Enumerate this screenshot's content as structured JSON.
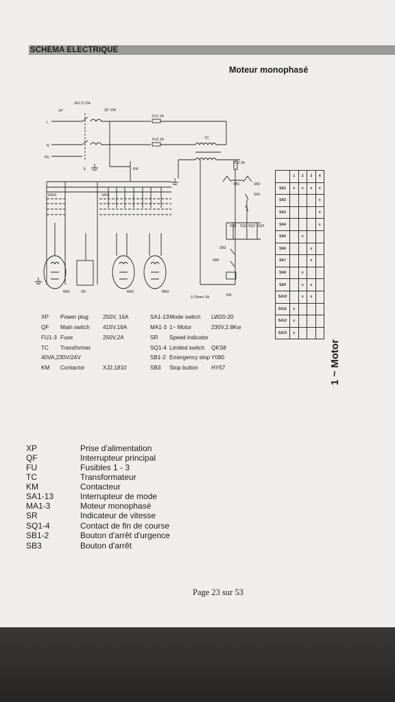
{
  "header": {
    "section_title": "SCHEMA ELECTRIQUE",
    "diagram_title": "Moteur monophasé"
  },
  "schematic_labels": {
    "xp": "XP",
    "cable": "3G1.5  13A",
    "qf": "QF  16A",
    "l": "L",
    "n": "N",
    "pe": "PE",
    "fu1": "FU1 2A",
    "fu2": "FU2 2A",
    "tc": "TC",
    "fu3": "FU3 2A",
    "km": "KM",
    "e": "E",
    "sb1": "SB1",
    "sb2": "SB2",
    "sa1": "SA1",
    "sq1": "SQ1",
    "sq2": "SQ2",
    "sq3": "SQ3",
    "sq4": "SQ4",
    "sb3": "SB3",
    "sb4": "SB4",
    "ma1": "MA1",
    "sr": "SR",
    "ma2": "MA2",
    "ma3": "MA3",
    "wire": "0.75mm² 2A",
    "km2": "KM",
    "sa10": "SA10",
    "sa11": "SA11"
  },
  "components": [
    {
      "code": "XP",
      "name": "Power plug",
      "rating": "250V, 16A"
    },
    {
      "code": "QF",
      "name": "Main switch",
      "rating": "415V,16A"
    },
    {
      "code": "FU1-3",
      "name": "Fuse",
      "rating": "250V,2A"
    },
    {
      "code": "TC",
      "name": "Transformer",
      "rating": ""
    },
    {
      "code": "40VA,230V/24V",
      "name": "",
      "rating": ""
    },
    {
      "code": "KM",
      "name": "Contactor",
      "rating": "XJ2,1810"
    }
  ],
  "components_right": [
    {
      "code": "SA1-13",
      "name": "Mode switch",
      "rating": "LW20-20"
    },
    {
      "code": "MA1-3",
      "name": "1~ Motor",
      "rating": "230V,2.8Kw"
    },
    {
      "code": "SR",
      "name": "Speed indicator",
      "rating": ""
    },
    {
      "code": "SQ1-4",
      "name": "Limited switch",
      "rating": "QKS8"
    },
    {
      "code": "SB1-2",
      "name": "Emergency stop",
      "rating": "Y090"
    },
    {
      "code": "SB3",
      "name": "Stop button",
      "rating": "HY57"
    }
  ],
  "switch_table": {
    "columns": [
      "1",
      "2",
      "3",
      "4"
    ],
    "rows": [
      {
        "label": "SA1",
        "marks": [
          "x",
          "x",
          "x",
          "x"
        ]
      },
      {
        "label": "SA2",
        "marks": [
          "",
          "",
          "",
          "x"
        ]
      },
      {
        "label": "SA3",
        "marks": [
          "",
          "",
          "",
          "x"
        ]
      },
      {
        "label": "SA4",
        "marks": [
          "",
          "",
          "",
          "x"
        ]
      },
      {
        "label": "SA5",
        "marks": [
          "",
          "x",
          "",
          ""
        ]
      },
      {
        "label": "SA6",
        "marks": [
          "",
          "",
          "x",
          ""
        ]
      },
      {
        "label": "SA7",
        "marks": [
          "",
          "",
          "x",
          ""
        ]
      },
      {
        "label": "SA8",
        "marks": [
          "",
          "x",
          "",
          ""
        ]
      },
      {
        "label": "SA9",
        "marks": [
          "",
          "x",
          "x",
          ""
        ]
      },
      {
        "label": "SA10",
        "marks": [
          "",
          "x",
          "x",
          ""
        ]
      },
      {
        "label": "SA11",
        "marks": [
          "x",
          "",
          "",
          ""
        ]
      },
      {
        "label": "SA12",
        "marks": [
          "x",
          "",
          "",
          ""
        ]
      },
      {
        "label": "SA13",
        "marks": [
          "x",
          "",
          "",
          ""
        ]
      }
    ]
  },
  "motor_label": "1 ~ Motor",
  "legend": [
    {
      "code": "XP",
      "desc": "Prise d'alimentation"
    },
    {
      "code": "QF",
      "desc": "Interrupteur principal"
    },
    {
      "code": "FU",
      "desc": "Fusibles 1 - 3"
    },
    {
      "code": "TC",
      "desc": "Transformateur"
    },
    {
      "code": "KM",
      "desc": "Contacteur"
    },
    {
      "code": "SA1-13",
      "desc": "Interrupteur de mode"
    },
    {
      "code": "MA1-3",
      "desc": "Moteur monophasé"
    },
    {
      "code": "SR",
      "desc": "Indicateur de vitesse"
    },
    {
      "code": "SQ1-4",
      "desc": "Contact de fin de course"
    },
    {
      "code": "SB1-2",
      "desc": "Bouton d'arrêt d'urgence"
    },
    {
      "code": "SB3",
      "desc": "Bouton d'arrêt"
    }
  ],
  "footer": {
    "page": "Page 23 sur 53"
  }
}
